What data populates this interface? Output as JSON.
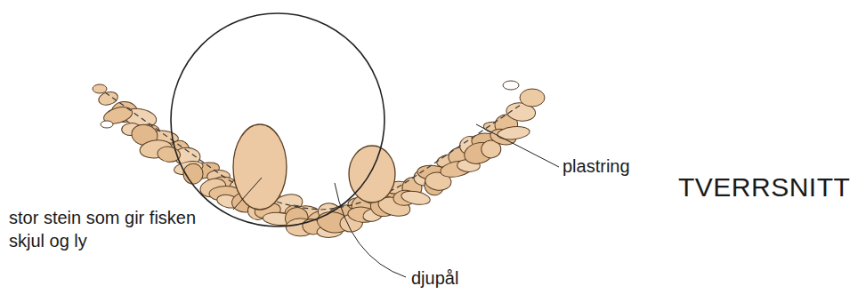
{
  "diagram": {
    "title": "TVERRSNITT",
    "labels": [
      "plastring",
      "stor stein som gir fisken skjul og ly",
      "djupål"
    ]
  }
}
